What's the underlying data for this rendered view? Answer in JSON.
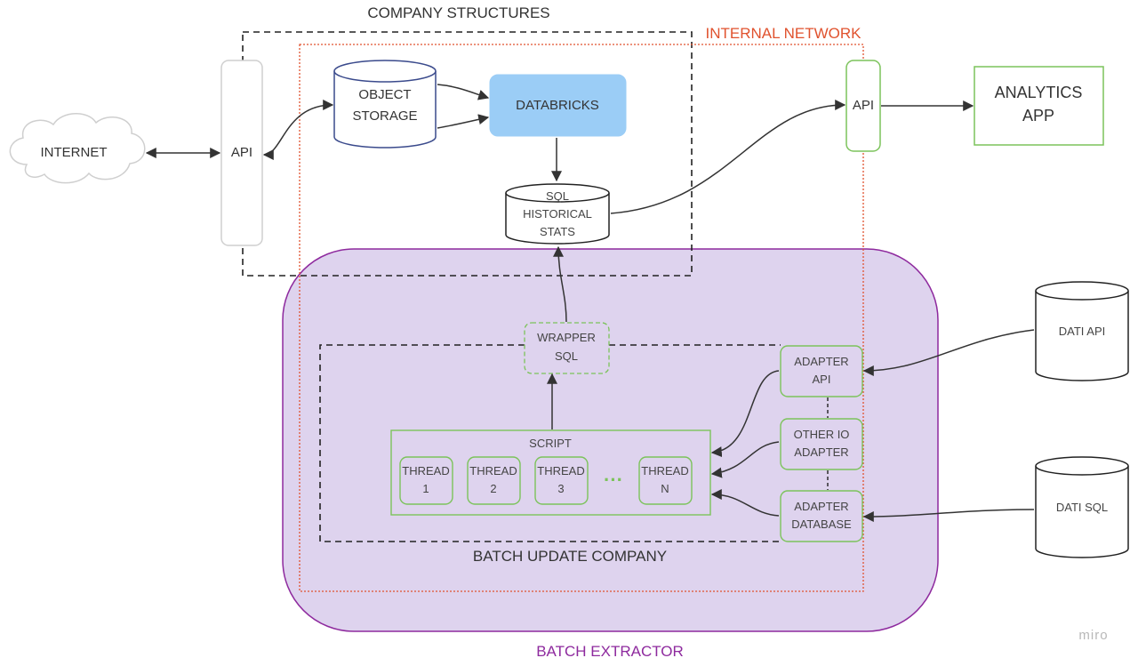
{
  "regions": {
    "company_structures": "COMPANY STRUCTURES",
    "internal_network": "INTERNAL NETWORK",
    "batch_extractor": "BATCH EXTRACTOR",
    "batch_update_company": "BATCH UPDATE COMPANY"
  },
  "nodes": {
    "internet": "INTERNET",
    "api_left": "API",
    "object_storage": [
      "OBJECT",
      "STORAGE"
    ],
    "databricks": "DATABRICKS",
    "sql_stats": [
      "SQL",
      "HISTORICAL",
      "STATS"
    ],
    "api_right": "API",
    "analytics_app": [
      "ANALYTICS",
      "APP"
    ],
    "dati_api": "DATI API",
    "dati_sql": "DATI SQL",
    "wrapper_sql": [
      "WRAPPER",
      "SQL"
    ],
    "script": "SCRIPT",
    "threads": [
      {
        "line1": "THREAD",
        "line2": "1"
      },
      {
        "line1": "THREAD",
        "line2": "2"
      },
      {
        "line1": "THREAD",
        "line2": "3"
      },
      {
        "line1": "THREAD",
        "line2": "N"
      }
    ],
    "ellipsis": "···",
    "adapter_api": [
      "ADAPTER",
      "API"
    ],
    "other_io_adapter": [
      "OTHER IO",
      "ADAPTER"
    ],
    "adapter_database": [
      "ADAPTER",
      "DATABASE"
    ]
  },
  "watermark": "miro",
  "colors": {
    "internal_network": "#e0522e",
    "batch_extractor_stroke": "#8e2a9e",
    "batch_extractor_fill": "#ded3ee",
    "green": "#7cc35b",
    "databricks": "#9bcdf6",
    "storage_stroke": "#3a4a8c"
  }
}
